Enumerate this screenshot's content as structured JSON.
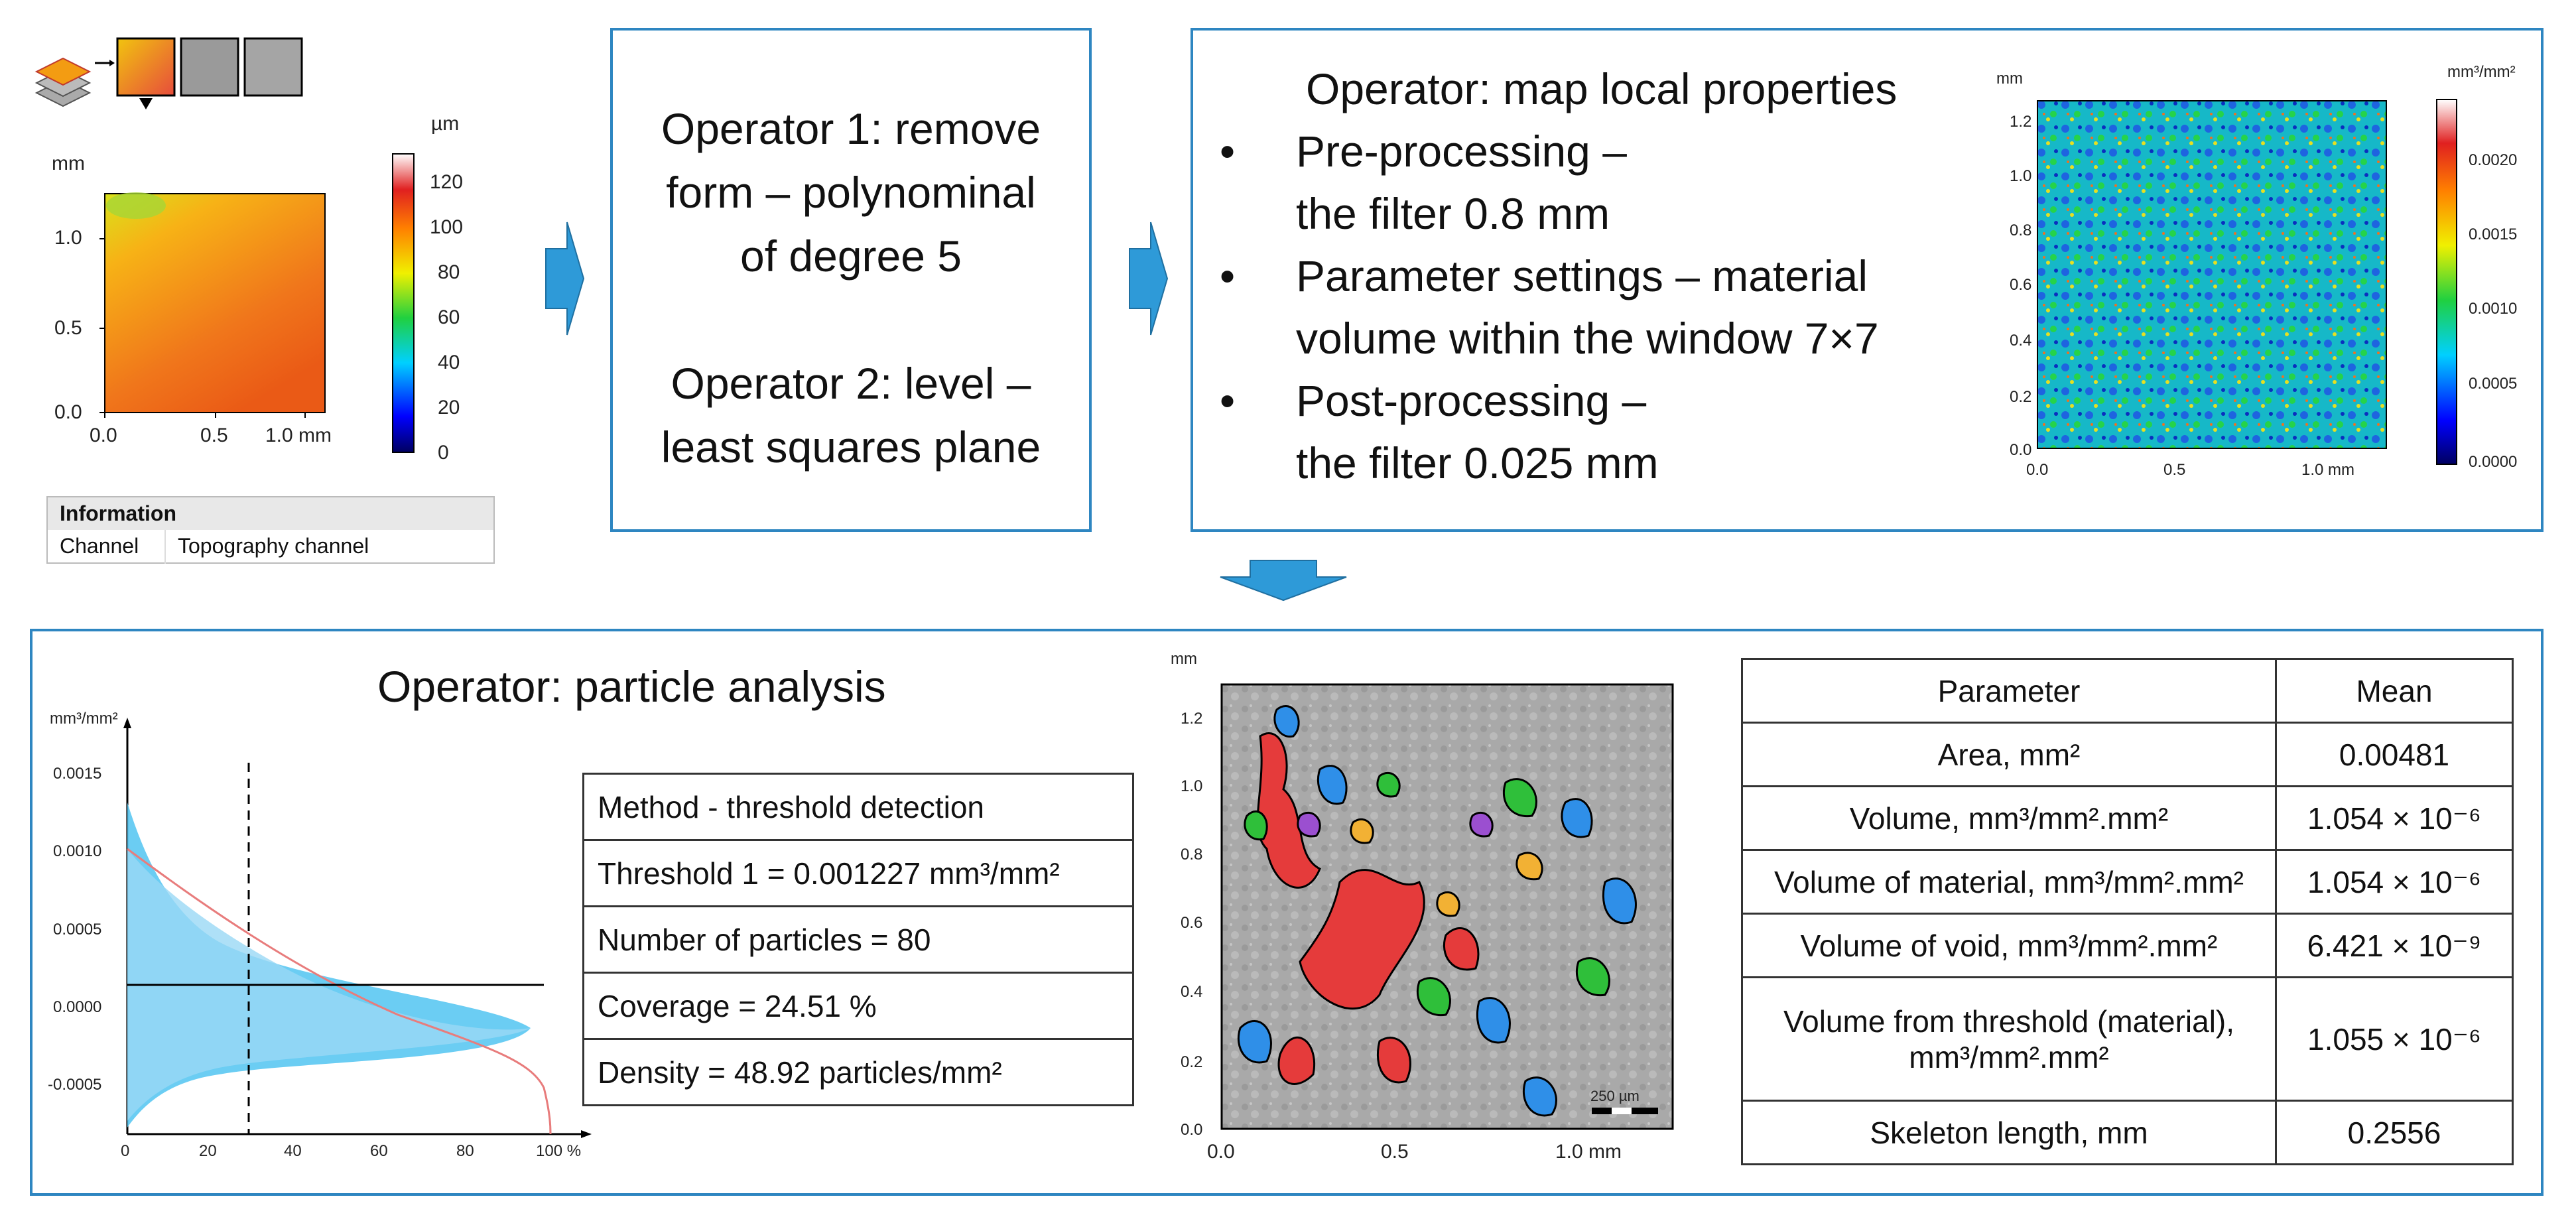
{
  "topo": {
    "unit_label": "µm",
    "axis_unit": "mm",
    "y_ticks": [
      "1.0",
      "0.5",
      "0.0"
    ],
    "x_ticks": [
      "0.0",
      "0.5",
      "1.0 mm"
    ],
    "colorbar_ticks": [
      "120",
      "100",
      "80",
      "60",
      "40",
      "20",
      "0"
    ],
    "info_title": "Information",
    "info_key": "Channel",
    "info_value": "Topography channel"
  },
  "operator12": {
    "line1": "Operator 1: remove",
    "line2": "form – polynominal",
    "line3": "of degree 5",
    "line4": "Operator 2: level –",
    "line5": "least squares plane"
  },
  "map_props": {
    "title": "Operator: map local properties",
    "b1a": "Pre-processing –",
    "b1b": "the filter 0.8 mm",
    "b2a": "Parameter settings  – material",
    "b2b": "volume within the window 7×7",
    "b3a": "Post-processing –",
    "b3b": "the filter 0.025 mm",
    "axis_unit": "mm",
    "colorbar_unit": "mm³/mm²",
    "y_ticks": [
      "1.2",
      "1.0",
      "0.8",
      "0.6",
      "0.4",
      "0.2",
      "0.0"
    ],
    "x_ticks": [
      "0.0",
      "0.5",
      "1.0 mm"
    ],
    "colorbar_ticks": [
      "0.0020",
      "0.0015",
      "0.0010",
      "0.0005",
      "0.0000"
    ]
  },
  "particle": {
    "title": "Operator: particle analysis",
    "hist_unit": "mm³/mm²",
    "hist_y_ticks": [
      "0.0015",
      "0.0010",
      "0.0005",
      "0.0000",
      "-0.0005"
    ],
    "hist_x_ticks": [
      "0",
      "20",
      "40",
      "60",
      "80",
      "100 %"
    ],
    "method": "Method - threshold detection",
    "threshold": "Threshold 1 = 0.001227 mm³/mm²",
    "num": "Number of particles = 80",
    "coverage": "Coverage = 24.51 %",
    "density": "Density = 48.92 particles/mm²",
    "map_unit": "mm",
    "map_y_ticks": [
      "1.2",
      "1.0",
      "0.8",
      "0.6",
      "0.4",
      "0.2",
      "0.0"
    ],
    "map_x_ticks": [
      "0.0",
      "0.5",
      "1.0 mm"
    ],
    "scale_bar": "250 µm"
  },
  "params_table": {
    "header_param": "Parameter",
    "header_mean": "Mean",
    "rows": [
      {
        "name": "Area, mm²",
        "value": "0.00481"
      },
      {
        "name": "Volume, mm³/mm².mm²",
        "value": "1.054 × 10⁻⁶"
      },
      {
        "name": "Volume of material, mm³/mm².mm²",
        "value": "1.054 × 10⁻⁶"
      },
      {
        "name": "Volume of void, mm³/mm².mm²",
        "value": "6.421 × 10⁻⁹"
      },
      {
        "name": "Volume from threshold (material),",
        "name2": "mm³/mm².mm²",
        "value": "1.055 × 10⁻⁶"
      },
      {
        "name": "Skeleton length, mm",
        "value": "0.2556"
      }
    ]
  }
}
